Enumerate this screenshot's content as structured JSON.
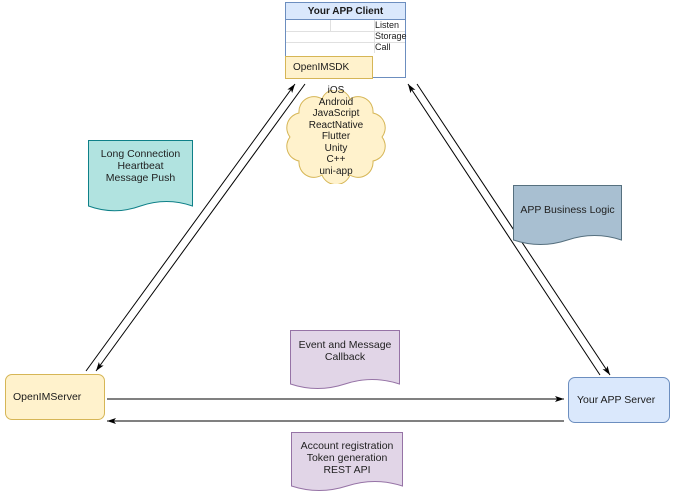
{
  "client_box": {
    "title": "Your APP Client",
    "rows": [
      "Listen",
      "Storage",
      "Call"
    ],
    "sdk_label": "OpenIMSDK"
  },
  "cloud": {
    "platforms": [
      "iOS",
      "Android",
      "JavaScript",
      "ReactNative",
      "Flutter",
      "Unity",
      "C++",
      "uni-app"
    ]
  },
  "notes": {
    "long_connection": [
      "Long Connection",
      "Heartbeat",
      "Message Push"
    ],
    "app_business_logic": [
      "APP Business Logic"
    ],
    "event_callback": [
      "Event and Message",
      "Callback"
    ],
    "rest_api": [
      "Account registration",
      "Token generation",
      "REST API"
    ]
  },
  "nodes": {
    "openim_server": "OpenIMServer",
    "your_app_server": "Your APP Server"
  },
  "colors": {
    "blue_fill": "#dae8fc",
    "blue_stroke": "#6c8ebf",
    "yellow_fill": "#fff2cc",
    "yellow_stroke": "#d6b656",
    "teal_fill": "#b1e3e0",
    "teal_stroke": "#0e8088",
    "gray_fill": "#a8bfd1",
    "gray_stroke": "#56707f",
    "purple_fill": "#e1d5e7",
    "purple_stroke": "#9673a6"
  }
}
